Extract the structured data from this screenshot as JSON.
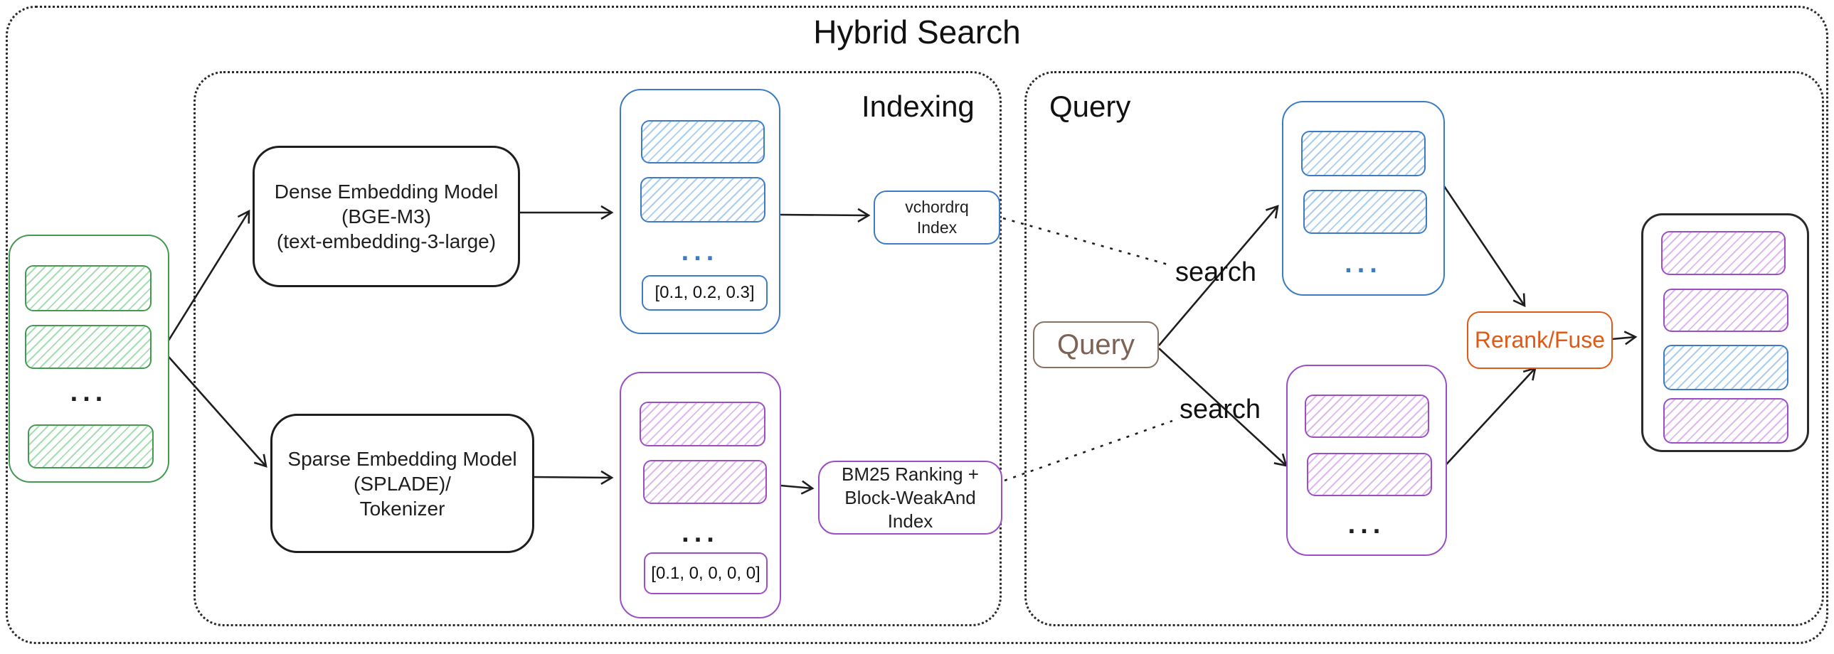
{
  "title": "Hybrid Search",
  "sections": {
    "indexing": {
      "label": "Indexing"
    },
    "query": {
      "label": "Query"
    }
  },
  "nodes": {
    "documents": {
      "ellipsis": "..."
    },
    "dense_model": {
      "line1": "Dense Embedding Model",
      "line2": "(BGE-M3)",
      "line3": "(text-embedding-3-large)"
    },
    "dense_vectors": {
      "ellipsis": "...",
      "sample": "[0.1, 0.2, 0.3]"
    },
    "dense_index": {
      "line1": "vchordrq",
      "line2": "Index"
    },
    "sparse_model": {
      "line1": "Sparse Embedding Model",
      "line2": "(SPLADE)/",
      "line3": "Tokenizer"
    },
    "sparse_vectors": {
      "ellipsis": "...",
      "sample": "[0.1, 0, 0, 0, 0]"
    },
    "sparse_index": {
      "line1": "BM25 Ranking +",
      "line2": "Block-WeakAnd Index"
    },
    "query_input": {
      "label": "Query"
    },
    "search_dense": {
      "label": "search"
    },
    "search_sparse": {
      "label": "search"
    },
    "dense_results": {
      "ellipsis": "..."
    },
    "sparse_results": {
      "ellipsis": "..."
    },
    "rerank": {
      "label": "Rerank/Fuse"
    },
    "final_results": {
      "item_colors": [
        "purple",
        "purple",
        "blue",
        "purple"
      ]
    }
  },
  "colors": {
    "ink": "#1e1e1e",
    "green": "#449a52",
    "blue": "#3d7cc4",
    "purple": "#9b4fc4",
    "orange": "#e05a17",
    "brown": "#8a7163"
  }
}
